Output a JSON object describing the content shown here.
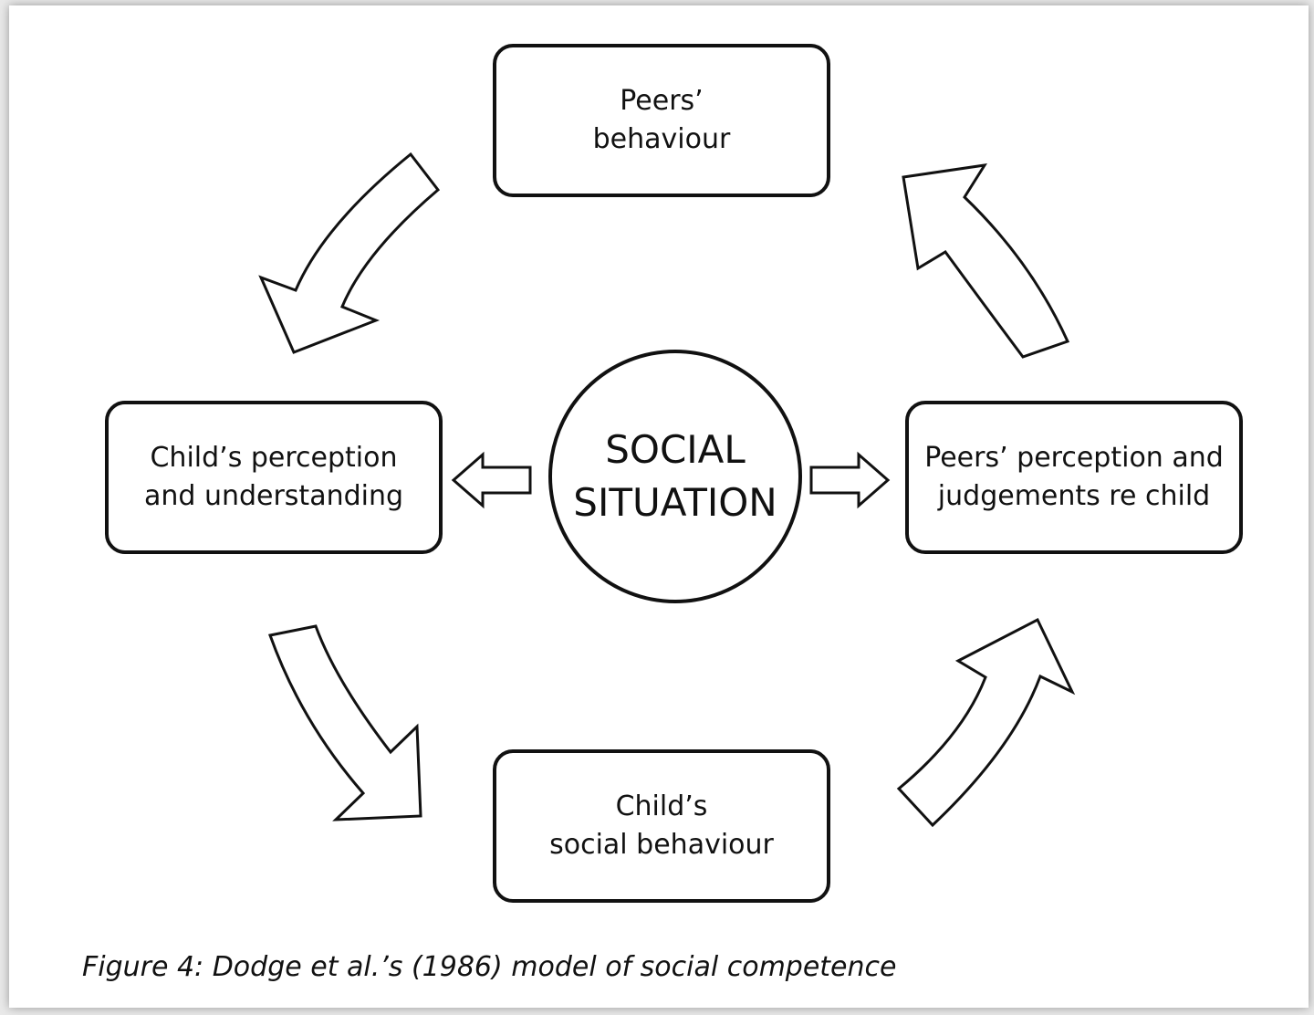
{
  "nodes": {
    "top": {
      "line1": "Peers’",
      "line2": "behaviour"
    },
    "left": {
      "line1": "Child’s perception",
      "line2": "and understanding"
    },
    "center": {
      "line1": "SOCIAL",
      "line2": "SITUATION"
    },
    "right": {
      "line1": "Peers’ perception and",
      "line2": "judgements re child"
    },
    "bottom": {
      "line1": "Child’s",
      "line2": "social behaviour"
    }
  },
  "caption": "Figure 4: Dodge et al.’s (1986) model of social competence",
  "colors": {
    "stroke": "#111111",
    "fill": "#ffffff",
    "background": "#ffffff"
  }
}
